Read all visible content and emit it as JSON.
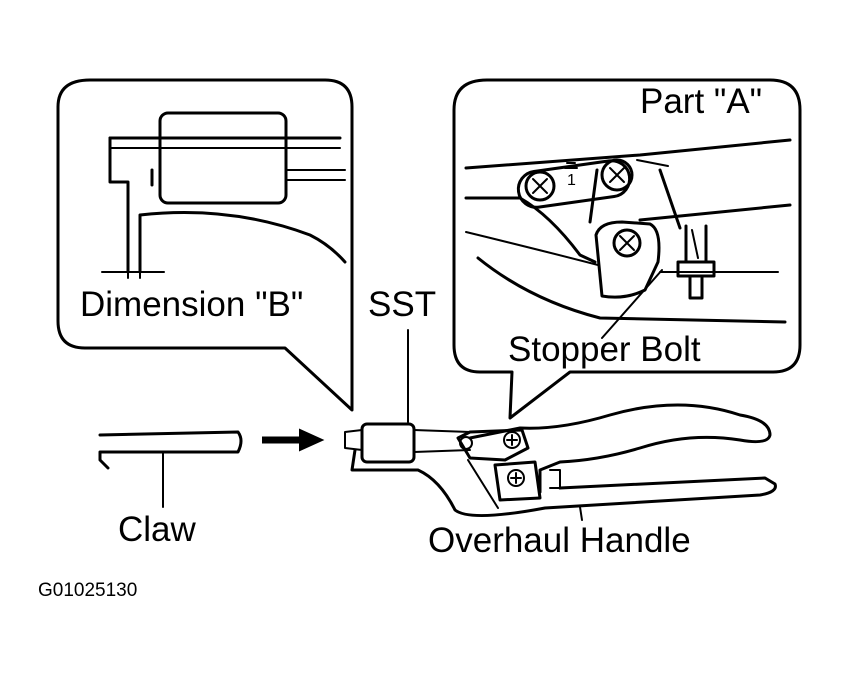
{
  "labels": {
    "dimension_b": "Dimension \"B\"",
    "sst": "SST",
    "part_a": "Part \"A\"",
    "stopper_bolt": "Stopper Bolt",
    "claw": "Claw",
    "overhaul_handle": "Overhaul Handle",
    "figure_id": "G01025130",
    "marker_1": "1"
  }
}
